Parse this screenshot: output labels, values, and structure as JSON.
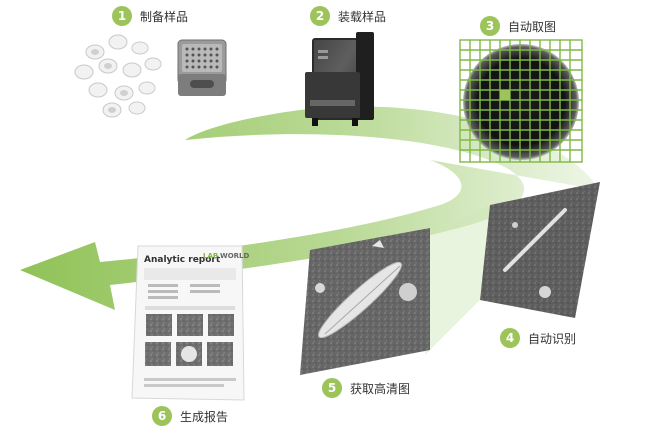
{
  "steps": [
    {
      "num": "1",
      "label": "制备样品"
    },
    {
      "num": "2",
      "label": "装载样品"
    },
    {
      "num": "3",
      "label": "自动取图"
    },
    {
      "num": "4",
      "label": "自动识别"
    },
    {
      "num": "5",
      "label": "获取高清图"
    },
    {
      "num": "6",
      "label": "生成报告"
    }
  ],
  "report": {
    "title": "Analytic report",
    "brand_left": "LAB",
    "brand_right": "WORLD"
  },
  "colors": {
    "accent": "#9cc45a",
    "arrow_dark": "#8bbf4f",
    "arrow_light": "#e9f3df",
    "grid": "#7fb944"
  }
}
